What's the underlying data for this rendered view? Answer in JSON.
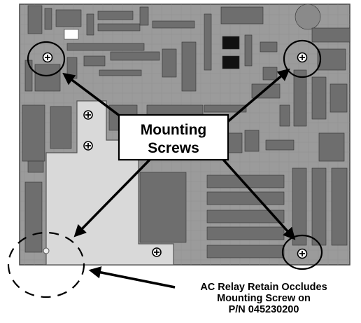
{
  "callout": {
    "line1": "Mounting",
    "line2": "Screws"
  },
  "caption": {
    "line1": "AC Relay Retain Occludes",
    "line2": "Mounting Screw on",
    "line3": "P/N 045230200"
  },
  "colors": {
    "board": "#9b9b9b",
    "component": "#6e6e6e",
    "plate": "#d9d9d9",
    "arrow": "#000000"
  },
  "icons": {
    "screw": "screw-icon"
  }
}
